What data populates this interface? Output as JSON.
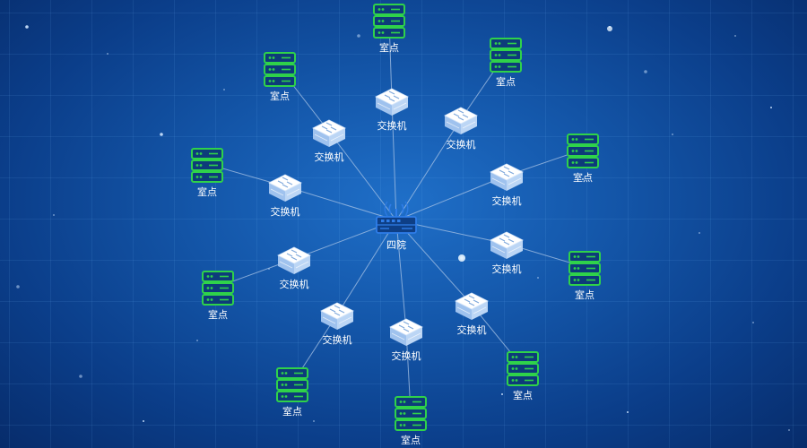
{
  "diagram": {
    "hub": {
      "label": "四院",
      "icon": "router-wifi-icon"
    },
    "switch_label": "交换机",
    "leaf_label": "室点",
    "branches": [
      {
        "switch_label": "交换机",
        "leaf_label": "室点"
      },
      {
        "switch_label": "交换机",
        "leaf_label": "室点"
      },
      {
        "switch_label": "交换机",
        "leaf_label": "室点"
      },
      {
        "switch_label": "交换机",
        "leaf_label": "室点"
      },
      {
        "switch_label": "交换机",
        "leaf_label": "室点"
      },
      {
        "switch_label": "交换机",
        "leaf_label": "室点"
      },
      {
        "switch_label": "交换机",
        "leaf_label": "室点"
      },
      {
        "switch_label": "交换机",
        "leaf_label": "室点"
      },
      {
        "switch_label": "交换机",
        "leaf_label": "室点"
      },
      {
        "switch_label": "交换机",
        "leaf_label": "室点"
      }
    ],
    "colors": {
      "background": "#1457aa",
      "link": "#a9c4e6",
      "server": "#2fd24a",
      "switch_top": "#ffffff",
      "switch_side": "#bcd6f5",
      "router": "#2f7de8"
    },
    "icons": {
      "switch": "network-switch-icon",
      "leaf": "server-rack-icon"
    }
  }
}
